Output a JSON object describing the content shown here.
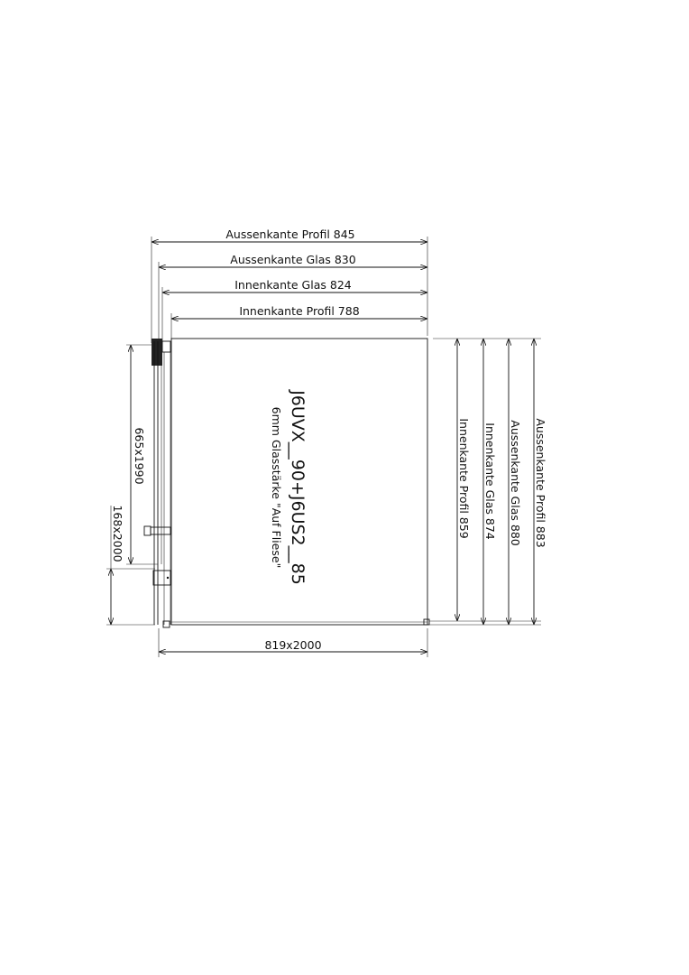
{
  "top_dimensions": {
    "profil_outer": "Aussenkante Profil 845",
    "glas_outer": "Aussenkante Glas 830",
    "glas_inner": "Innenkante Glas 824",
    "profil_inner": "Innenkante Profil 788"
  },
  "right_dimensions": {
    "profil_inner": "Innenkante Profil 859",
    "glas_inner": "Innenkante Glas 874",
    "glas_outer": "Aussenkante Glas 880",
    "profil_outer": "Aussenkante Profil 883"
  },
  "left_dimensions": {
    "door": "665x1990",
    "fixed": "168x2000"
  },
  "bottom_dimension": "819x2000",
  "center": {
    "model": "J6UVX__90+J6US2__85",
    "note": "6mm Glasstärke \"Auf Fliese\""
  }
}
